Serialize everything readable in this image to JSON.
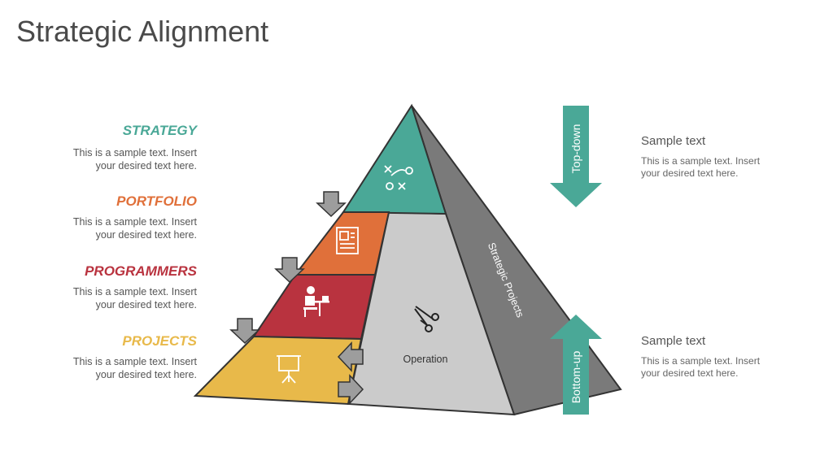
{
  "title": "Strategic Alignment",
  "colors": {
    "strategy": "#4aa897",
    "portfolio": "#e0703a",
    "programmers": "#b9333f",
    "projects": "#e8b94a",
    "front_face": "#cbcbcb",
    "side_face": "#7a7a7a",
    "arrow_teal": "#4aa897",
    "arrow_gray": "#9d9d9d"
  },
  "levels": [
    {
      "label": "STRATEGY",
      "desc_line1": "This is a sample text. Insert",
      "desc_line2": "your desired text here.",
      "icon": "strategy-plan-icon"
    },
    {
      "label": "PORTFOLIO",
      "desc_line1": "This is a sample text. Insert",
      "desc_line2": "your desired text here.",
      "icon": "portfolio-document-icon"
    },
    {
      "label": "PROGRAMMERS",
      "desc_line1": "This is a sample text. Insert",
      "desc_line2": "your desired text here.",
      "icon": "person-at-desk-icon"
    },
    {
      "label": "PROJECTS",
      "desc_line1": "This is a sample text. Insert",
      "desc_line2": "your desired text here.",
      "icon": "presentation-board-icon"
    }
  ],
  "pyramid": {
    "operation_label": "Operation",
    "operation_icon": "scissors-icon",
    "side_label": "Strategic Projects"
  },
  "flows": {
    "top_down": "Top-down",
    "bottom_up": "Bottom-up"
  },
  "side_notes": [
    {
      "heading": "Sample text",
      "line1": "This is a sample text. Insert",
      "line2": "your desired text here."
    },
    {
      "heading": "Sample text",
      "line1": "This is a sample text. Insert",
      "line2": "your desired text here."
    }
  ]
}
